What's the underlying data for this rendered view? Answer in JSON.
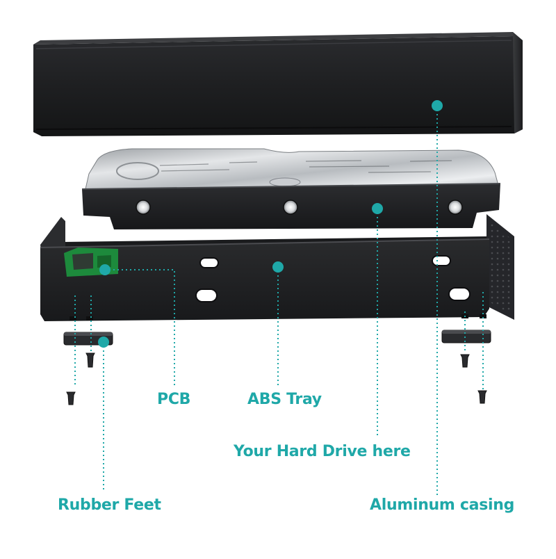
{
  "colors": {
    "accent": "#1fa8a8",
    "casing_dark": "#1b1c1e",
    "tray_dark": "#222325",
    "pcb_green": "#1d8a3c",
    "metal_light": "#d4d6d8",
    "background": "#ffffff"
  },
  "labels": {
    "pcb": "PCB",
    "abs_tray": "ABS Tray",
    "hard_drive": "Your Hard Drive here",
    "rubber_feet": "Rubber Feet",
    "aluminum_casing": "Aluminum casing"
  },
  "parts": [
    {
      "id": "aluminum-casing",
      "label_key": "aluminum_casing"
    },
    {
      "id": "hard-drive",
      "label_key": "hard_drive"
    },
    {
      "id": "abs-tray",
      "label_key": "abs_tray"
    },
    {
      "id": "pcb",
      "label_key": "pcb"
    },
    {
      "id": "rubber-feet",
      "label_key": "rubber_feet"
    }
  ]
}
